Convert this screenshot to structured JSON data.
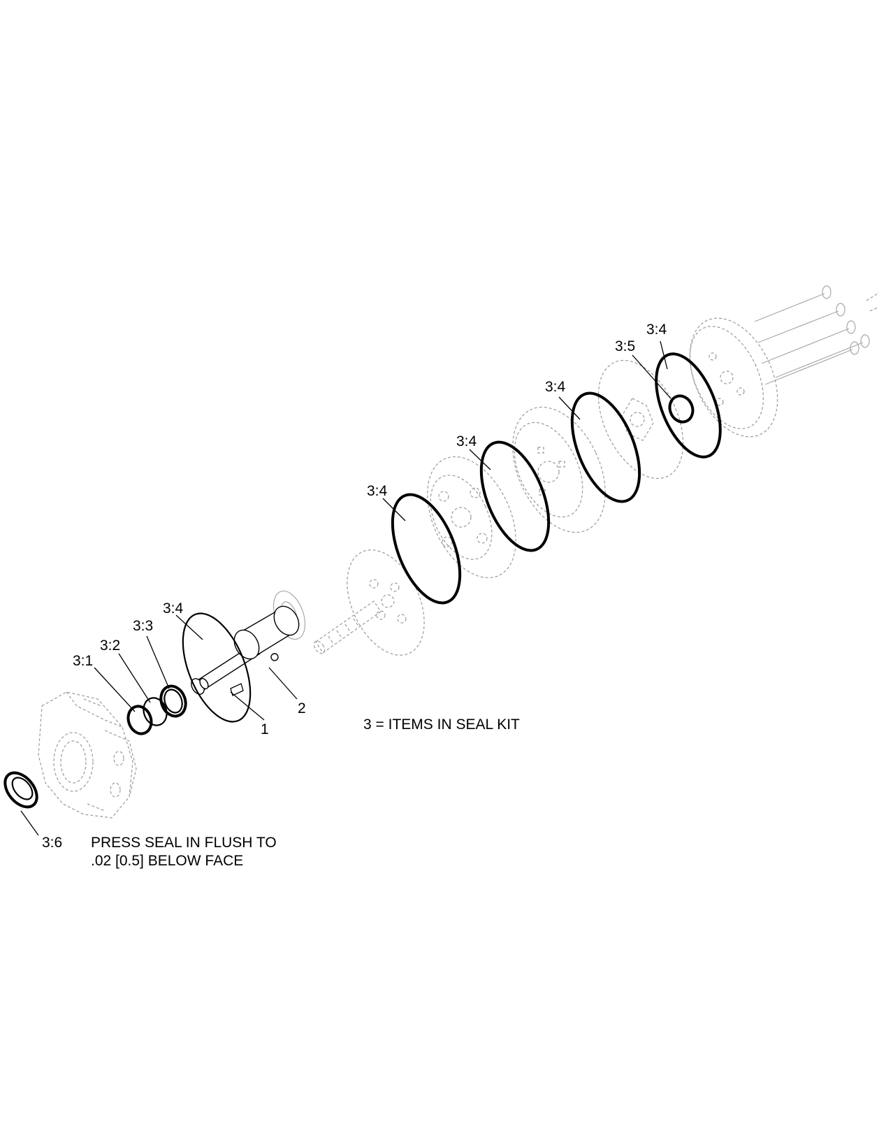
{
  "labels": {
    "item_3_1": "3:1",
    "item_3_2": "3:2",
    "item_3_3": "3:3",
    "item_3_4_a": "3:4",
    "item_3_4_b": "3:4",
    "item_3_4_c": "3:4",
    "item_3_4_d": "3:4",
    "item_3_4_e": "3:4",
    "item_3_5": "3:5",
    "item_3_6": "3:6",
    "item_1": "1",
    "item_2": "2"
  },
  "notes": {
    "seal_kit": "3 = ITEMS IN SEAL KIT",
    "press_seal_line1": "PRESS SEAL IN FLUSH TO",
    "press_seal_line2": ".02 [0.5] BELOW FACE"
  }
}
